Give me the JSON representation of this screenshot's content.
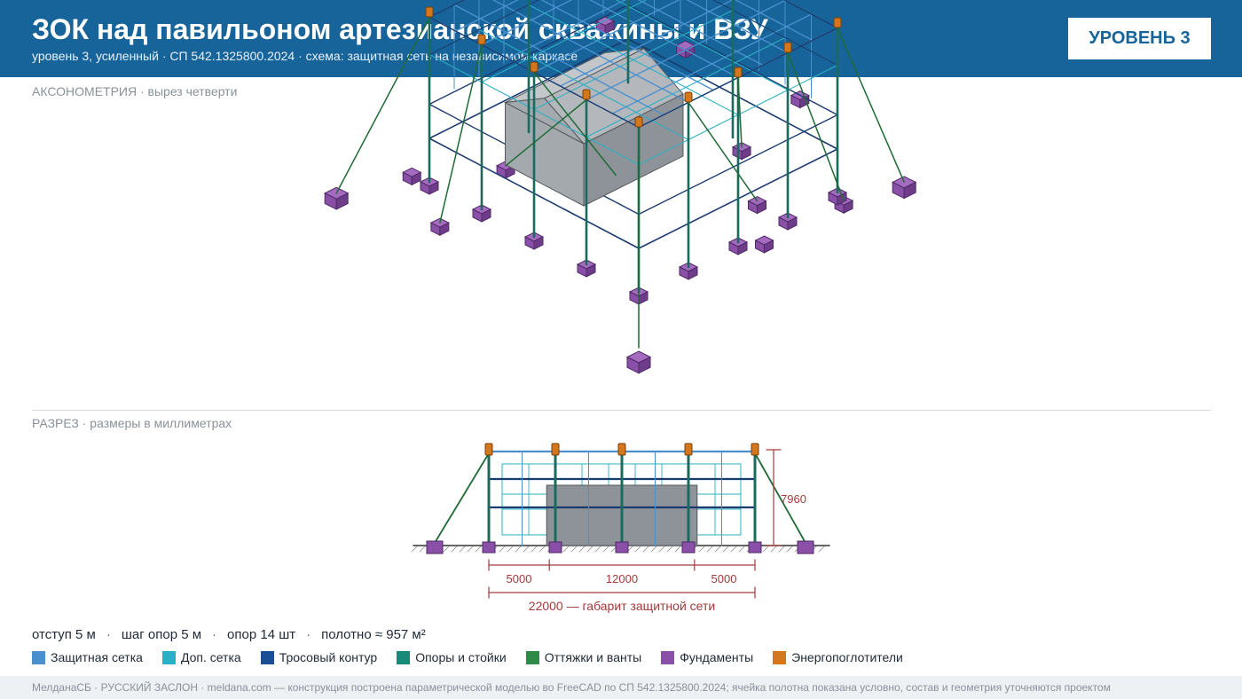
{
  "header": {
    "title": "ЗОК над павильоном артезианской скважины и ВЗУ",
    "subtitle": "уровень 3, усиленный · СП 542.1325800.2024 · схема: защитная сеть на независимом каркасе",
    "badge": "УРОВЕНЬ 3"
  },
  "axonometry": {
    "label": "АКСОНОМЕТРИЯ · вырез четверти"
  },
  "section": {
    "label": "РАЗРЕЗ · размеры в миллиметрах",
    "height_dim": "7960",
    "dims": [
      "5000",
      "12000",
      "5000"
    ],
    "total_dim": "22000 — габарит защитной сети"
  },
  "stats": {
    "offset": "отступ 5 м",
    "step": "шаг опор 5 м",
    "supports": "опор 14 шт",
    "area": "полотно ≈ 957 м²"
  },
  "legend": [
    {
      "label": "Защитная сетка",
      "color": "#4a90cf"
    },
    {
      "label": "Доп. сетка",
      "color": "#2ab0c4"
    },
    {
      "label": "Тросовый контур",
      "color": "#1a4f94"
    },
    {
      "label": "Опоры и стойки",
      "color": "#178a7a"
    },
    {
      "label": "Оттяжки и ванты",
      "color": "#2e8b47"
    },
    {
      "label": "Фундаменты",
      "color": "#8a4fa6"
    },
    {
      "label": "Энергопоглотители",
      "color": "#d4761c"
    }
  ],
  "colors": {
    "mesh": "#4a90cf",
    "extra_mesh": "#2ab0c4",
    "cable": "#1a3a6e",
    "post": "#1a6b5e",
    "guy": "#1f6b35",
    "foundation": "#8a4fa6",
    "absorber": "#d4761c",
    "building": "#9aa0a6",
    "dimension": "#a33a3a"
  },
  "footer": "МелданаСБ · РУССКИЙ ЗАСЛОН · meldana.com — конструкция построена параметрической моделью во FreeCAD по СП 542.1325800.2024; ячейка полотна показана условно, состав и геометрия уточняются проектом"
}
